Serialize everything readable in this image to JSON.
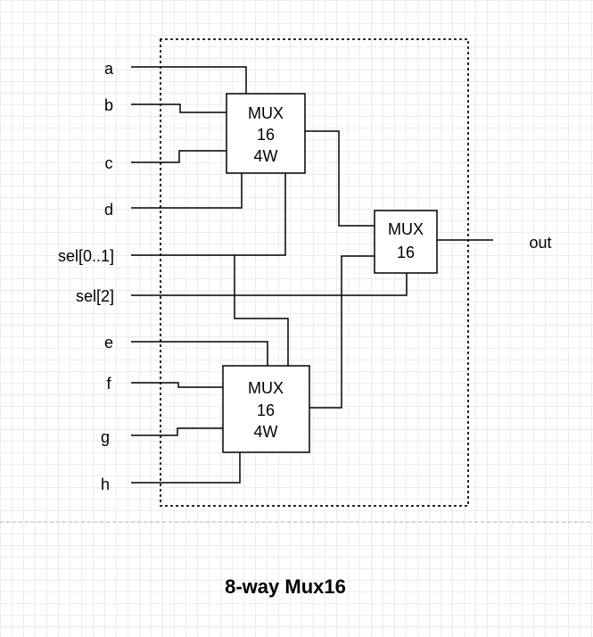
{
  "title": "8-way Mux16",
  "inputs": {
    "a": "a",
    "b": "b",
    "c": "c",
    "d": "d",
    "sel01": "sel[0..1]",
    "sel2": "sel[2]",
    "e": "e",
    "f": "f",
    "g": "g",
    "h": "h"
  },
  "output": "out",
  "mux_top": {
    "line1": "MUX",
    "line2": "16",
    "line3": "4W"
  },
  "mux_bottom": {
    "line1": "MUX",
    "line2": "16",
    "line3": "4W"
  },
  "mux_final": {
    "line1": "MUX",
    "line2": "16"
  }
}
